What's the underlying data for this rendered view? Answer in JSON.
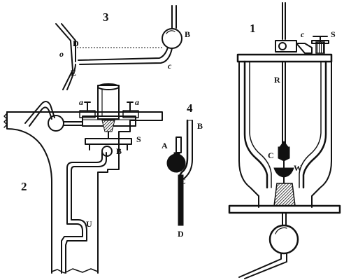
{
  "figure": {
    "panel_1": {
      "number": "1",
      "labels": {
        "R": "R",
        "c": "c",
        "S": "S",
        "C": "C",
        "W": "W"
      }
    },
    "panel_2": {
      "number": "2",
      "labels": {
        "a_left": "a",
        "a_right": "a",
        "S": "S",
        "B": "B",
        "U": "U"
      }
    },
    "panel_3": {
      "number": "3",
      "labels": {
        "B": "B",
        "c": "c",
        "D": "D",
        "o": "o",
        "E": "E"
      }
    },
    "panel_4": {
      "number": "4",
      "labels": {
        "A": "A",
        "B": "B",
        "C": "C",
        "D": "D"
      }
    }
  }
}
